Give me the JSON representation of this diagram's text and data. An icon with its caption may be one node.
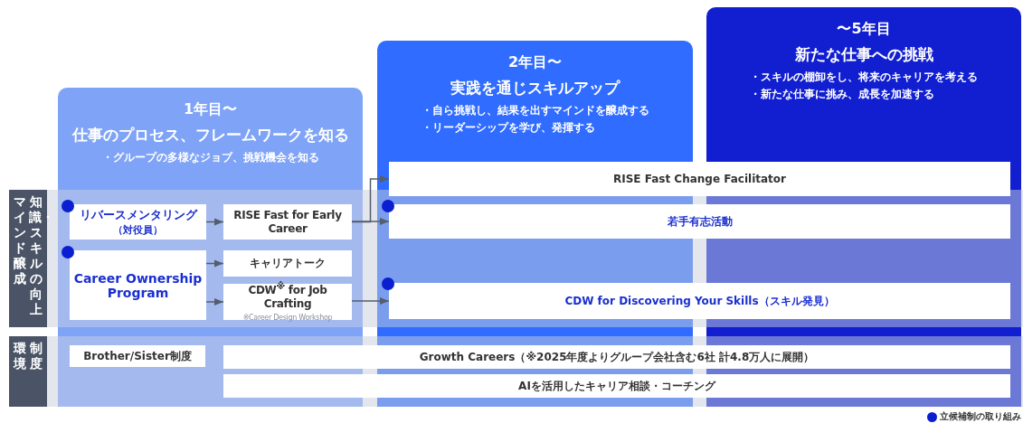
{
  "diagram": {
    "nodes": [
      {
        "text": [
          "1年目〜",
          "仕事のプロセス、フレームワークを知る",
          "・グループの多様なジョブ、挑戦機会を知る"
        ]
      },
      {
        "text": [
          "2年目〜",
          "実践を通じスキルアップ",
          "・自ら挑戦し、結果を出すマインドを醸成する",
          "・リーダーシップを学び、発揮する"
        ]
      },
      {
        "text": [
          "〜5年目",
          "新たな仕事への挑戦",
          "・スキルの棚卸をし、将来のキャリアを考える",
          "・新たな仕事に挑み、成長を加速する"
        ]
      },
      {
        "text": [
          "マインド醸成",
          "知識・スキルの向上"
        ]
      },
      {
        "text": [
          "環境",
          "制度"
        ]
      },
      {
        "text": [
          "リバースメンタリング",
          "（対役員）"
        ]
      },
      {
        "text": [
          "RISE Fast for Early Career"
        ]
      },
      {
        "text": [
          "Career Ownership Program"
        ]
      },
      {
        "text": [
          "キャリアトーク"
        ]
      },
      {
        "text": [
          "CDW$^{※}$ for Job Crafting",
          "※Career Design Workshop"
        ]
      },
      {
        "text": [
          "RISE Fast Change Facilitator"
        ]
      },
      {
        "text": [
          "若手有志活動"
        ]
      },
      {
        "text": [
          "CDW for Discovering Your Skills（スキル発見）"
        ]
      },
      {
        "text": [
          "Brother/Sister制度"
        ]
      },
      {
        "text": [
          "Growth Careers（※2025年度よりグループ会社含む6社 計4.8万人に展開）"
        ]
      },
      {
        "text": [
          "AIを活用したキャリア相談・コーチング"
        ]
      }
    ],
    "edges": [
      {
        "from": 5,
        "to": 6,
        "arrow": "to"
      },
      {
        "from": 7,
        "to": 8,
        "arrow": "to"
      },
      {
        "from": 7,
        "to": 9,
        "arrow": "to"
      },
      {
        "from": 6,
        "to": 10,
        "arrow": "to"
      },
      {
        "from": 6,
        "to": 11,
        "arrow": "to"
      },
      {
        "from": 9,
        "to": 12,
        "arrow": "to"
      }
    ],
    "legend": [
      {
        "text": "立候補制の取り組み",
        "color": "#0a1fd0"
      }
    ]
  }
}
